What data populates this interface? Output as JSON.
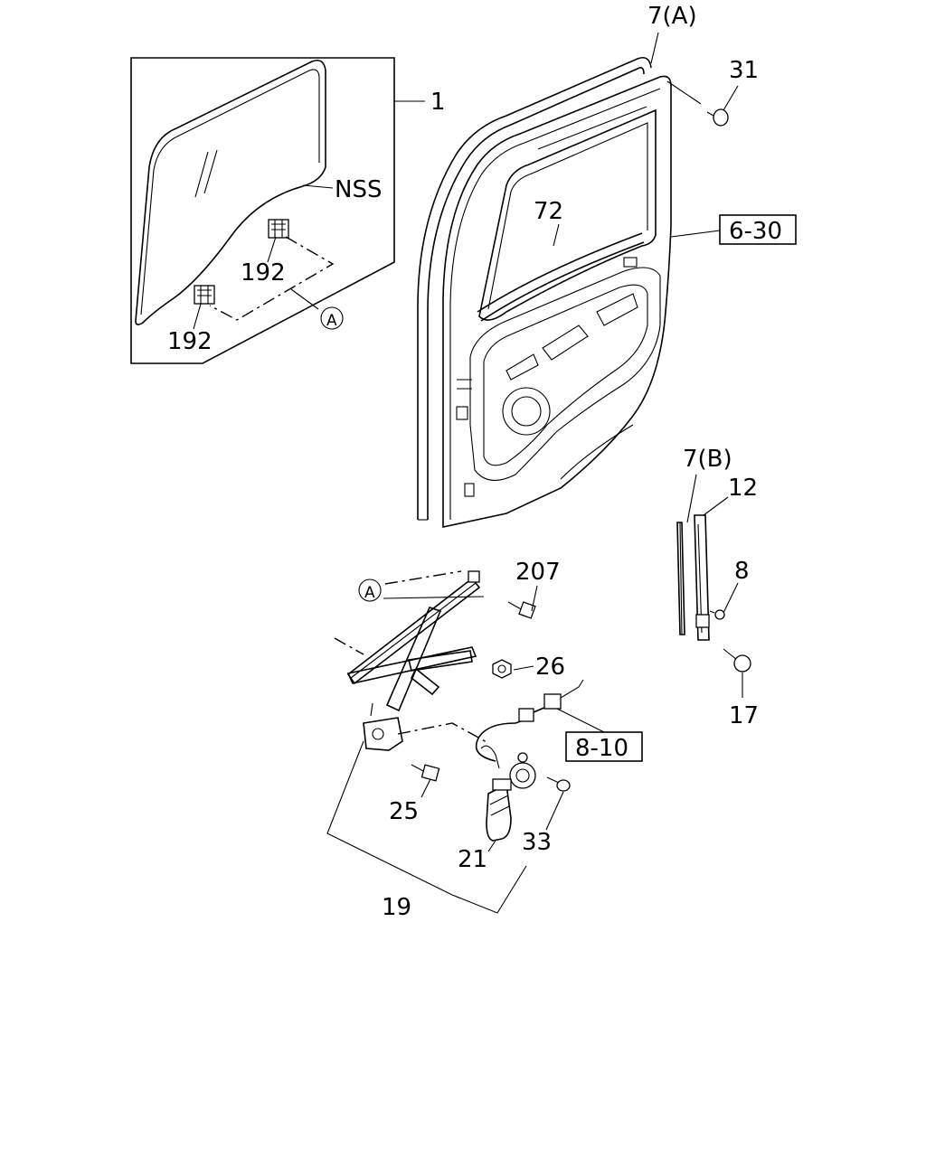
{
  "callouts": {
    "c1": "1",
    "c7a": "7(A)",
    "c31": "31",
    "cNSS": "NSS",
    "c72": "72",
    "c192a": "192",
    "c192b": "192",
    "cA1": "A",
    "c7b": "7(B)",
    "c12": "12",
    "c8": "8",
    "c17": "17",
    "c207": "207",
    "cA2": "A",
    "c26": "26",
    "c25": "25",
    "c21": "21",
    "c33": "33",
    "c19": "19"
  },
  "references": {
    "r630": "6-30",
    "r810": "8-10"
  }
}
